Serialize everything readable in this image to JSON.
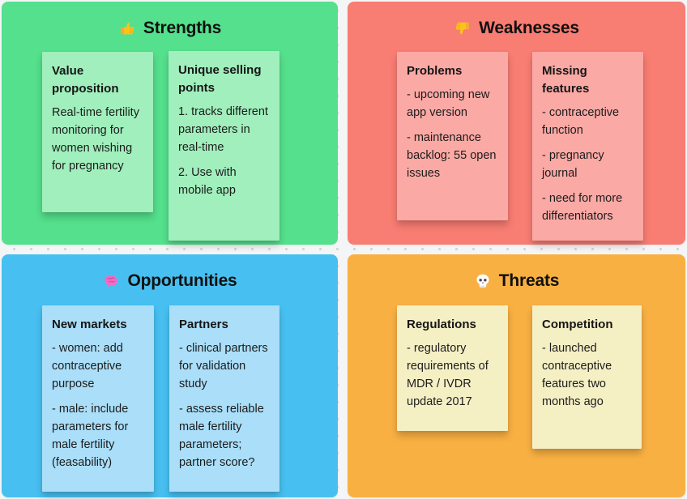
{
  "board": {
    "background_color": "#f4f5f6",
    "grid_dot_color": "#d2d4d6"
  },
  "quadrants": [
    {
      "title": "Strengths",
      "icon": "thumbs-up-icon",
      "panel_color": "#54e08c",
      "note_color": "#a0efbc",
      "notes": [
        {
          "title": "Value proposition",
          "paragraphs": [
            "Real-time fertility monitoring for women wishing for pregnancy"
          ]
        },
        {
          "title": "Unique selling points",
          "paragraphs": [
            "1. tracks different parameters in real-time",
            "2. Use with mobile app"
          ]
        }
      ]
    },
    {
      "title": "Weaknesses",
      "icon": "thumbs-down-icon",
      "panel_color": "#f87d73",
      "note_color": "#fba9a5",
      "notes": [
        {
          "title": "Problems",
          "paragraphs": [
            "- upcoming new app version",
            "- maintenance backlog: 55 open issues"
          ]
        },
        {
          "title": "Missing features",
          "paragraphs": [
            "- contraceptive function",
            "- pregnancy journal",
            "- need for more differentiators"
          ]
        }
      ]
    },
    {
      "title": "Opportunities",
      "icon": "brain-icon",
      "panel_color": "#47c0f1",
      "note_color": "#aadef9",
      "notes": [
        {
          "title": "New markets",
          "paragraphs": [
            "- women: add contraceptive purpose",
            "- male:  include parameters for male fertility (feasability)"
          ]
        },
        {
          "title": "Partners",
          "paragraphs": [
            "- clinical partners for validation study",
            "- assess reliable male fertility parameters; partner score?"
          ]
        }
      ]
    },
    {
      "title": "Threats",
      "icon": "skull-icon",
      "panel_color": "#f9b042",
      "note_color": "#f5efc4",
      "notes": [
        {
          "title": "Regulations",
          "paragraphs": [
            "- regulatory requirements of MDR / IVDR update 2017"
          ]
        },
        {
          "title": "Competition",
          "paragraphs": [
            "- launched contraceptive features two months ago"
          ]
        }
      ]
    }
  ]
}
